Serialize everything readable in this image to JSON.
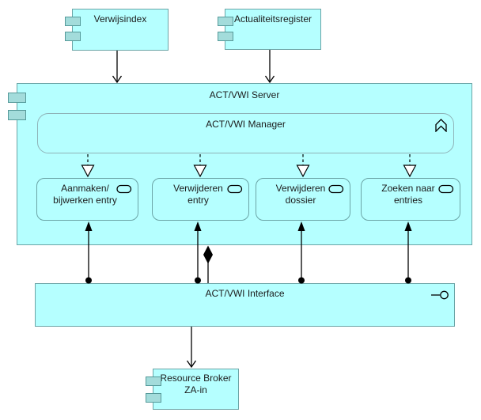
{
  "diagram": {
    "colors": {
      "element_fill": "#b5ffff",
      "element_border": "#6ba4a6",
      "manager_border": "#8fb3b8",
      "tab_fill": "#a3dcdb",
      "tab_border": "#569a9a",
      "connector": "#000000",
      "canvas_bg": "#ffffff",
      "text": "#1c1c1c"
    },
    "external_components": [
      {
        "label": "Verwijsindex",
        "icon": "component-icon"
      },
      {
        "label": "Actualiteitsregister",
        "icon": "component-icon"
      }
    ],
    "server": {
      "label": "ACT/VWI Server",
      "icon": "component-icon"
    },
    "manager": {
      "label": "ACT/VWI Manager",
      "icon": "function-icon"
    },
    "services": [
      {
        "label": "Aanmaken/\nbijwerken entry",
        "icon": "service-icon"
      },
      {
        "label": "Verwijderen\nentry",
        "icon": "service-icon"
      },
      {
        "label": "Verwijderen\ndossier",
        "icon": "service-icon"
      },
      {
        "label": "Zoeken naar\nentries",
        "icon": "service-icon"
      }
    ],
    "interface": {
      "label": "ACT/VWI Interface",
      "icon": "provided-interface-icon"
    },
    "resource_broker": {
      "label": "Resource Broker\nZA-in",
      "icon": "component-icon"
    },
    "relationships": [
      {
        "source": "Verwijsindex",
        "target": "ACT/VWI Server",
        "type": "open-arrow"
      },
      {
        "source": "Actualiteitsregister",
        "target": "ACT/VWI Server",
        "type": "open-arrow"
      },
      {
        "source": "ACT/VWI Manager",
        "target": "Aanmaken/ bijwerken entry",
        "type": "realization-dashed-hollow-triangle"
      },
      {
        "source": "ACT/VWI Manager",
        "target": "Verwijderen entry",
        "type": "realization-dashed-hollow-triangle"
      },
      {
        "source": "ACT/VWI Manager",
        "target": "Verwijderen dossier",
        "type": "realization-dashed-hollow-triangle"
      },
      {
        "source": "ACT/VWI Manager",
        "target": "Zoeken naar entries",
        "type": "realization-dashed-hollow-triangle"
      },
      {
        "source": "ACT/VWI Interface",
        "target": "Aanmaken/ bijwerken entry",
        "type": "assignment-ball-arrow"
      },
      {
        "source": "ACT/VWI Interface",
        "target": "Verwijderen entry",
        "type": "assignment-ball-arrow"
      },
      {
        "source": "ACT/VWI Interface",
        "target": "Verwijderen dossier",
        "type": "assignment-ball-arrow"
      },
      {
        "source": "ACT/VWI Interface",
        "target": "Zoeken naar entries",
        "type": "assignment-ball-arrow"
      },
      {
        "source": "ACT/VWI Server",
        "target": "ACT/VWI Interface",
        "type": "composition-filled-diamond"
      },
      {
        "source": "ACT/VWI Interface",
        "target": "Resource Broker ZA-in",
        "type": "open-arrow"
      }
    ]
  }
}
